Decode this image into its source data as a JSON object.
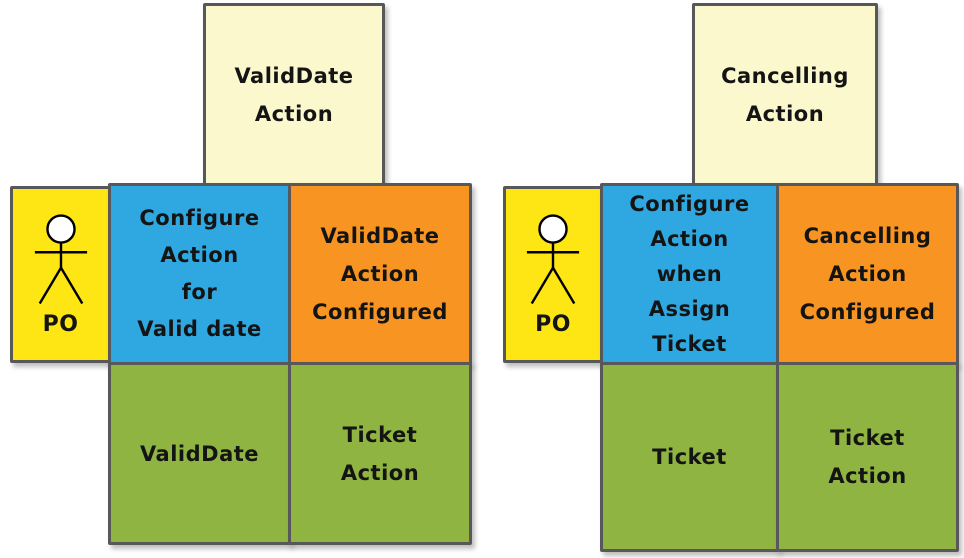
{
  "diagram": {
    "colors": {
      "title": "#FAF8CC",
      "actor": "#FEE615",
      "configure": "#2FA8E1",
      "configured": "#F89522",
      "entity": "#8FB441",
      "border": "#58585A"
    },
    "groups": [
      {
        "title_note": "ValidDate\nAction",
        "actor_label": "PO",
        "configure_note": "Configure\nAction\nfor\nValid date",
        "configured_note": "ValidDate\nAction\nConfigured",
        "input_note": "ValidDate",
        "output_note": "Ticket\nAction"
      },
      {
        "title_note": "Cancelling\nAction",
        "actor_label": "PO",
        "configure_note": "Configure\nAction\nwhen\nAssign\nTicket",
        "configured_note": "Cancelling\nAction\nConfigured",
        "input_note": "Ticket",
        "output_note": "Ticket\nAction"
      }
    ]
  }
}
